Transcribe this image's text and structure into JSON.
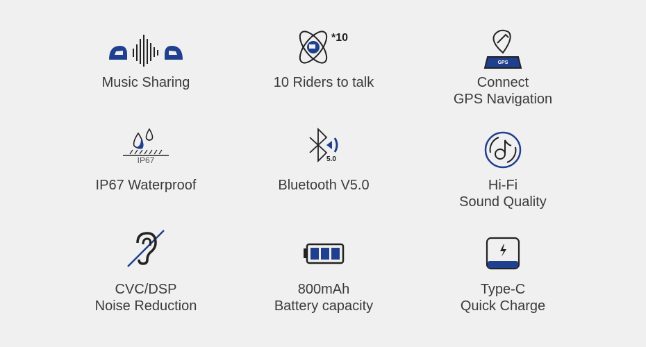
{
  "colors": {
    "accent": "#1f3f8f",
    "text": "#3a3a3a",
    "background": "#f0f0f0"
  },
  "features": [
    {
      "icon": "helmet-music-sharing-icon",
      "lines": [
        "Music Sharing"
      ]
    },
    {
      "icon": "ten-riders-icon",
      "badge": "*10",
      "lines": [
        "10 Riders to talk"
      ]
    },
    {
      "icon": "gps-navigation-icon",
      "badge": "GPS",
      "lines": [
        "Connect",
        "GPS Navigation"
      ]
    },
    {
      "icon": "waterproof-icon",
      "badge": "IP67",
      "lines": [
        "IP67 Waterproof"
      ]
    },
    {
      "icon": "bluetooth-icon",
      "badge": "5.0",
      "lines": [
        "Bluetooth V5.0"
      ]
    },
    {
      "icon": "hifi-music-icon",
      "lines": [
        "Hi-Fi",
        "Sound Quality"
      ]
    },
    {
      "icon": "noise-reduction-ear-icon",
      "lines": [
        "CVC/DSP",
        "Noise Reduction"
      ]
    },
    {
      "icon": "battery-icon",
      "lines": [
        "800mAh",
        "Battery capacity"
      ]
    },
    {
      "icon": "type-c-charge-icon",
      "lines": [
        "Type-C",
        "Quick Charge"
      ]
    }
  ]
}
